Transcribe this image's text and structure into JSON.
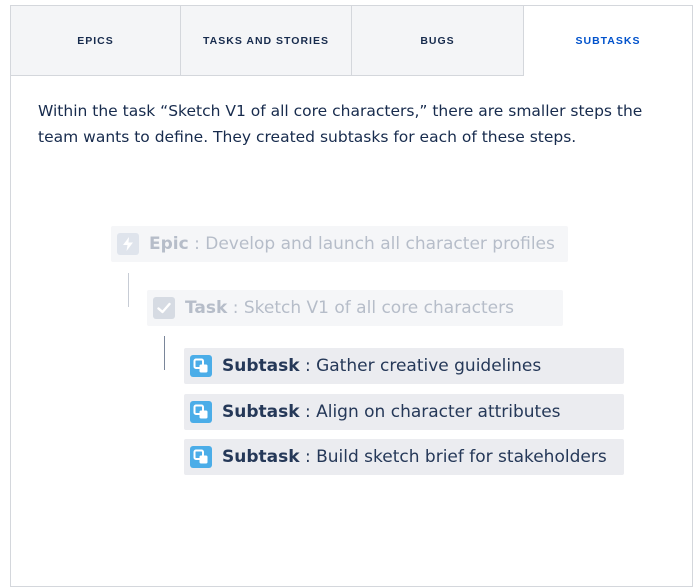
{
  "tabs": [
    {
      "label": "EPICS",
      "active": false
    },
    {
      "label": "TASKS AND STORIES",
      "active": false
    },
    {
      "label": "BUGS",
      "active": false
    },
    {
      "label": "SUBTASKS",
      "active": true
    }
  ],
  "description": "Within the task “Sketch V1 of all core characters,” there are smaller steps the team wants to define. They created subtasks for each of these steps.",
  "hierarchy": {
    "epic": {
      "kind": "Epic",
      "sep": " : ",
      "text": "Develop and launch all character profiles",
      "icon": "lightning-icon"
    },
    "task": {
      "kind": "Task",
      "sep": " : ",
      "text": "Sketch V1 of all core characters",
      "icon": "checkbox-icon"
    },
    "subtasks": [
      {
        "kind": "Subtask",
        "sep": " : ",
        "text": "Gather creative guidelines",
        "icon": "subtask-icon"
      },
      {
        "kind": "Subtask",
        "sep": " : ",
        "text": "Align on character attributes",
        "icon": "subtask-icon"
      },
      {
        "kind": "Subtask",
        "sep": " : ",
        "text": "Build sketch brief for stakeholders",
        "icon": "subtask-icon"
      }
    ]
  },
  "colors": {
    "active_tab": "#0052cc",
    "subtask_icon": "#4bade8",
    "text_dark": "#172b4d",
    "faded_text": "#b6bdc9"
  }
}
